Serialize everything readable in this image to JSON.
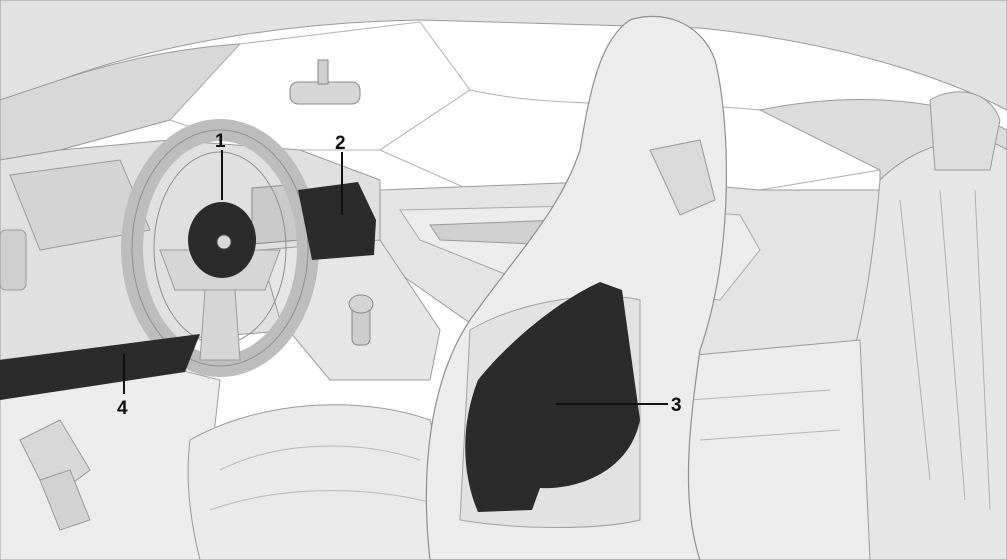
{
  "callouts": [
    {
      "id": "1",
      "label": "1",
      "name": "airbag-steering-wheel"
    },
    {
      "id": "2",
      "label": "2",
      "name": "airbag-passenger-dashboard"
    },
    {
      "id": "3",
      "label": "3",
      "name": "airbag-seat-side"
    },
    {
      "id": "4",
      "label": "4",
      "name": "airbag-knee"
    }
  ],
  "colors": {
    "background": "#ffffff",
    "interior_light": "#e6e6e6",
    "interior_mid": "#d2d2d2",
    "outline": "#9a9a9a",
    "airbag_zone": "#2b2b2b",
    "leader_line": "#111111"
  }
}
